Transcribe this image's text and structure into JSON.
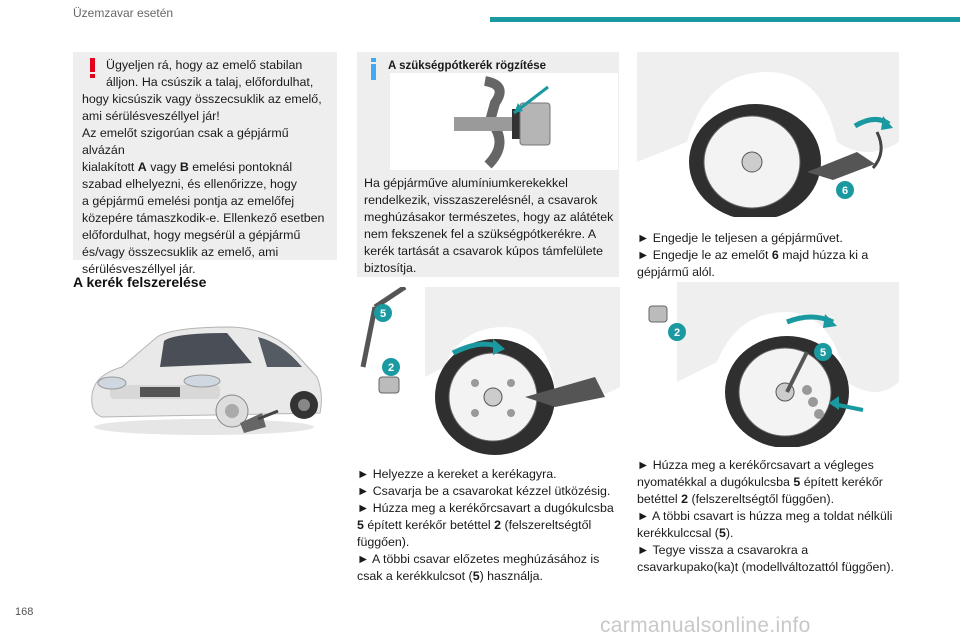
{
  "header": {
    "section_title": "Üzemzavar esetén"
  },
  "page_number": "168",
  "watermark": "carmanualsonline.info",
  "warning_box": {
    "lines": [
      "Ügyeljen rá, hogy az emelő stabilan",
      "álljon. Ha csúszik a talaj, előfordulhat,",
      "hogy kicsúszik vagy összecsuklik az emelő,",
      "ami sérülésveszéllyel jár!",
      "Az emelőt szigorúan csak a gépjármű alvázán",
      "kialakított A vagy B emelési pontoknál",
      "szabad elhelyezni, és ellenőrizze, hogy",
      "a gépjármű emelési pontja az emelőfej",
      "közepére támaszkodik-e. Ellenkező esetben",
      "előfordulhat, hogy megsérül a gépjármű",
      "és/vagy összecsuklik az emelő, ami",
      "sérülésveszéllyel jár."
    ]
  },
  "section_heading": "A kerék felszerelése",
  "info_box": {
    "title": "A szükségpótkerék rögzítése",
    "text": "Ha gépjárműve alumíniumkerekekkel\nrendelkezik, visszaszerelésnél, a csavarok\nmeghúzásakor természetes, hogy az alátétek\nnem fekszenek fel a szükségpótkerékre. A\nkerék tartását a csavarok kúpos támfelülete\nbiztosítja."
  },
  "col2_steps": {
    "s1": "► Helyezze a kereket a kerékagyra.",
    "s2": "► Csavarja be a csavarokat kézzel ütközésig.",
    "s3a": "► Húzza meg a kerékőrcsavart a dugókulcsba",
    "s3b": " épített kerékőr betéttel ",
    "s3c": " (felszereltségtől",
    "s3d": "függően).",
    "s4a": "► A többi csavar előzetes meghúzásához is",
    "s4b": "csak a kerékkulcsot (",
    "s4c": ") használja.",
    "n5": "5",
    "n2": "2",
    "n5b": "5"
  },
  "col3_top": {
    "s1": "► Engedje le teljesen a gépjárművet.",
    "s2a": "► Engedje le az emelőt ",
    "s2b": " majd húzza ki a",
    "s2c": "gépjármű alól.",
    "n6": "6"
  },
  "col3_bottom": {
    "s1a": "► Húzza meg a kerékőrcsavart a végleges",
    "s1b": "nyomatékkal a dugókulcsba ",
    "s1c": " épített kerékőr",
    "s1d": "betéttel ",
    "s1e": " (felszereltségtől függően).",
    "s2a": "► A többi csavart is húzza meg a toldat nélküli",
    "s2b": "kerékkulccsal (",
    "s2c": ").",
    "s3a": "► Tegye vissza a csavarokra a",
    "s3b": "csavarkupako(ka)t (modellváltozattól függően).",
    "n5": "5",
    "n2": "2",
    "n5b": "5"
  },
  "callouts": {
    "c5": "5",
    "c2": "2",
    "c6": "6"
  },
  "colors": {
    "accent": "#1a9aa0",
    "warning": "#e2001a",
    "info": "#3fa9f5",
    "box_bg": "#eeeeee"
  }
}
